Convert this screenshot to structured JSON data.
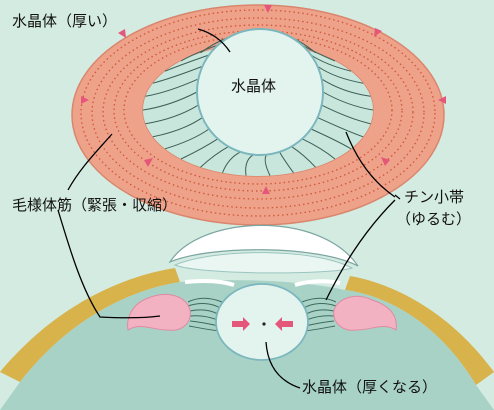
{
  "labels": {
    "lens_thin": "水晶体（厚い）",
    "lens_center": "水晶体",
    "ciliary_muscle": "毛様体筋（緊張・収縮）",
    "zonule_line1": "チン小帯",
    "zonule_line2": "（ゆるむ）",
    "lens_thick": "水晶体（厚くなる）"
  },
  "colors": {
    "background": "#d4ebe2",
    "ciliary_ring": "#efa28a",
    "ciliary_dots": "#cf5b3e",
    "lens": "#e3f4ee",
    "lens_edge": "#7cb7be",
    "fibers": "#3c5f55",
    "arrows": "#e4577a",
    "sclera": "#d8b24a",
    "eye_interior": "#a9d2c7",
    "cornea": "#ffffff",
    "leader_lines": "#000000"
  }
}
